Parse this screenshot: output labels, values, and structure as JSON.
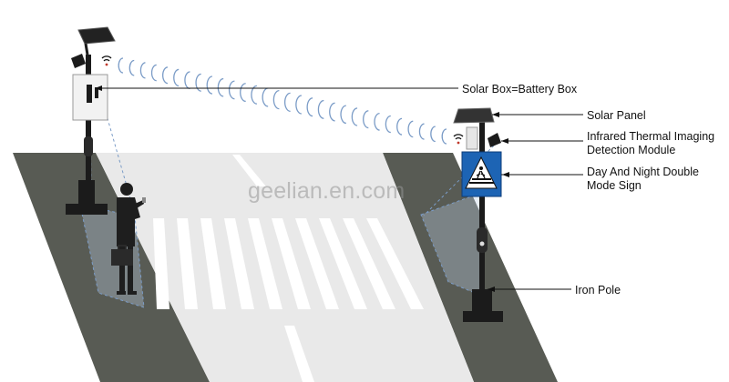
{
  "labels": {
    "solar_box": "Solar Box=Battery Box",
    "solar_panel": "Solar Panel",
    "infrared_line1": "Infrared Thermal Imaging",
    "infrared_line2": "Detection Module",
    "sign_line1": "Day And Night Double",
    "sign_line2": "Mode Sign",
    "iron_pole": "Iron Pole"
  },
  "watermark": "geelian.en.com",
  "colors": {
    "road": "#585b54",
    "crossing": "#e9e9e9",
    "stripe": "#ffffff",
    "sign_blue": "#1d64b4",
    "signal_wave": "#7b9cc7",
    "pole": "#1b1b1b"
  },
  "icons": [
    "solar-panel-icon",
    "camera-icon",
    "wifi-icon",
    "pedestrian-crossing-sign-icon",
    "pedestrian-figure",
    "briefcase-icon"
  ]
}
